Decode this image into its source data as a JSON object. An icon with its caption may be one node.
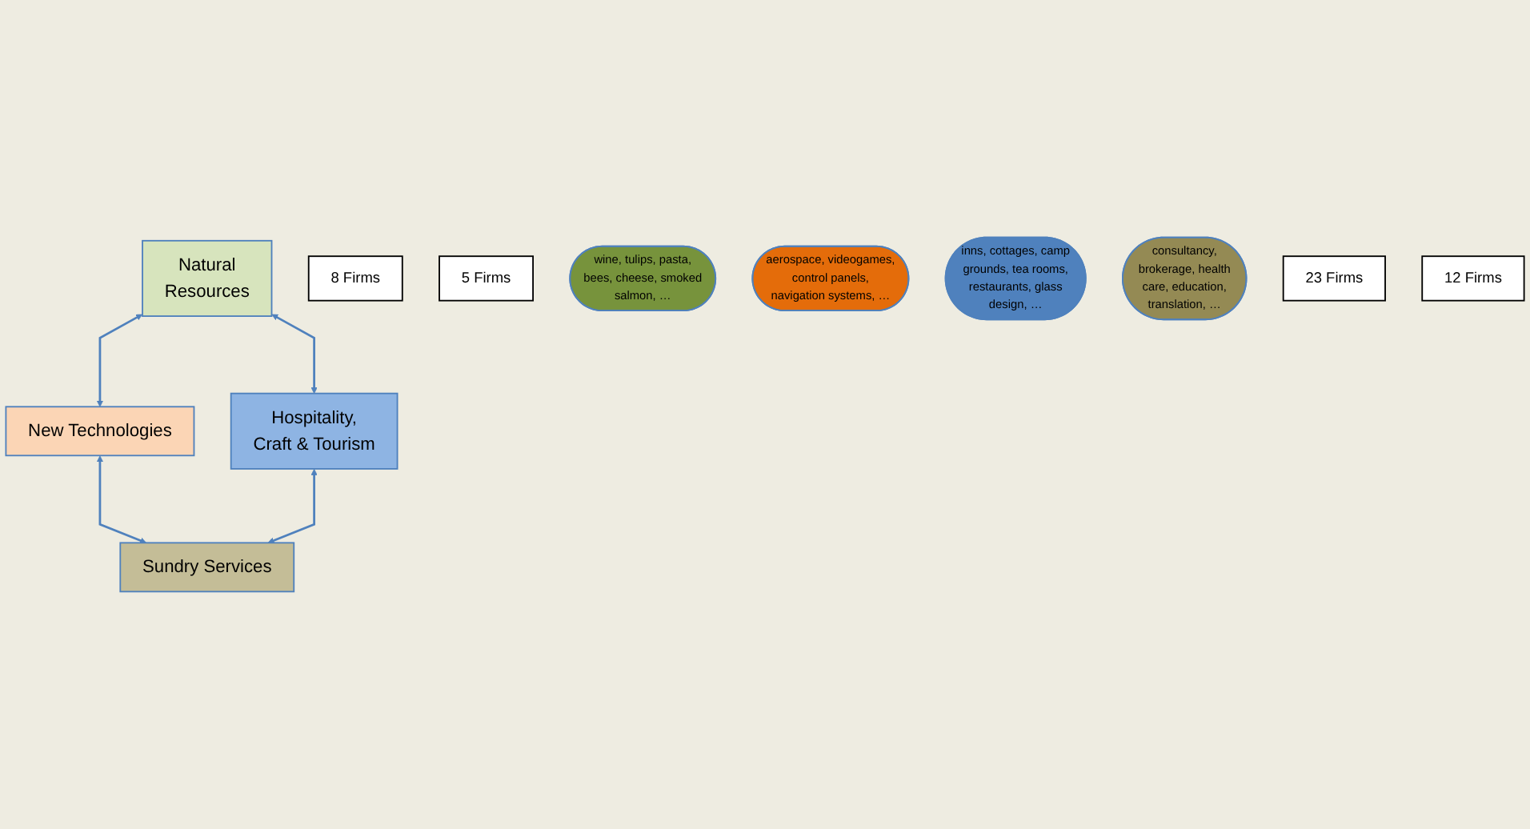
{
  "diagram": {
    "nodes": [
      {
        "text": [
          "Natural Resources"
        ]
      },
      {
        "text": [
          "8 Firms"
        ]
      },
      {
        "text": [
          "5 Firms"
        ]
      },
      {
        "text": [
          "New Technologies"
        ]
      },
      {
        "text": [
          "wine, tulips, pasta, bees, cheese, smoked salmon, …"
        ]
      },
      {
        "text": [
          "aerospace, videogames, control panels, navigation systems, …"
        ]
      },
      {
        "text": [
          "inns, cottages, camp grounds, tea rooms, restaurants, glass design, …"
        ]
      },
      {
        "text": [
          "consultancy, brokerage, health care, education, translation, …"
        ]
      },
      {
        "text": [
          "Hospitality, Craft & Tourism"
        ]
      },
      {
        "text": [
          "23 Firms"
        ]
      },
      {
        "text": [
          "12 Firms"
        ]
      },
      {
        "text": [
          "Sundry Services"
        ]
      }
    ],
    "edges": [
      {
        "from": 0,
        "to": 3,
        "arrow": "both"
      },
      {
        "from": 0,
        "to": 8,
        "arrow": "both"
      },
      {
        "from": 3,
        "to": 11,
        "arrow": "both"
      },
      {
        "from": 8,
        "to": 11,
        "arrow": "both"
      }
    ]
  }
}
